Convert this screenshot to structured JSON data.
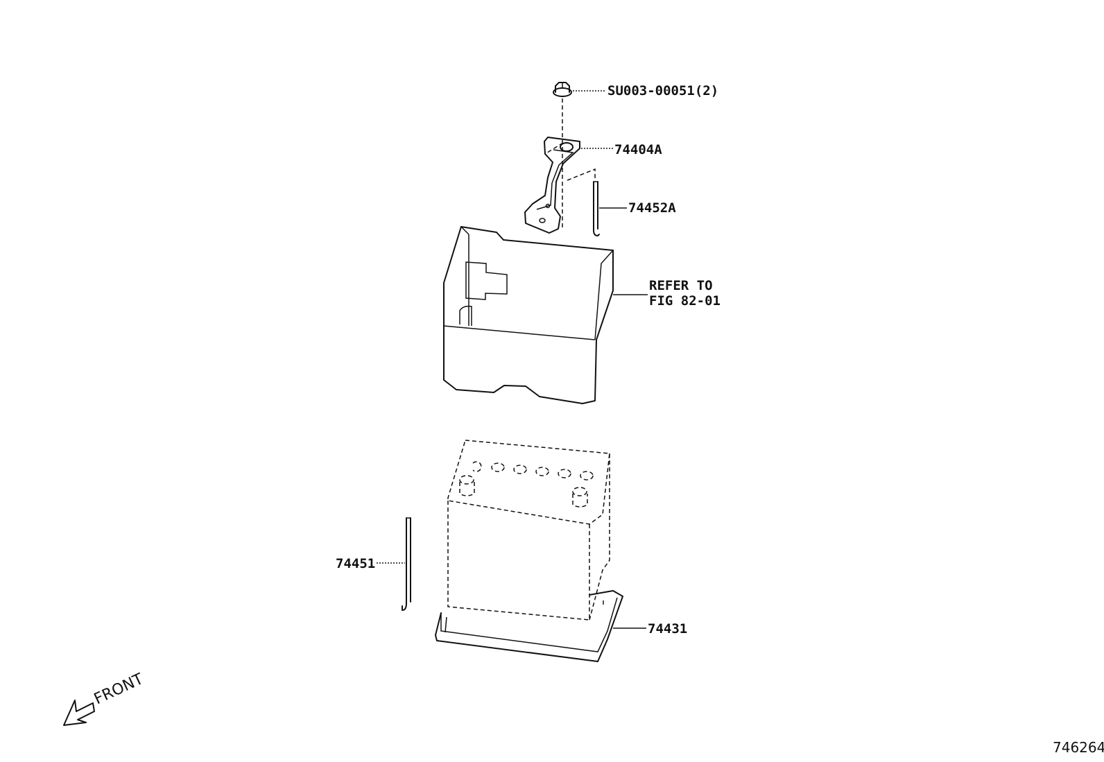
{
  "labels": {
    "nut": "SU003-00051(2)",
    "clamp": "74404A",
    "rod_top": "74452A",
    "refer_line1": "REFER TO",
    "refer_line2": "FIG 82-01",
    "rod_bottom": "74451",
    "tray": "74431",
    "front": "FRONT",
    "figure_id": "746264"
  }
}
